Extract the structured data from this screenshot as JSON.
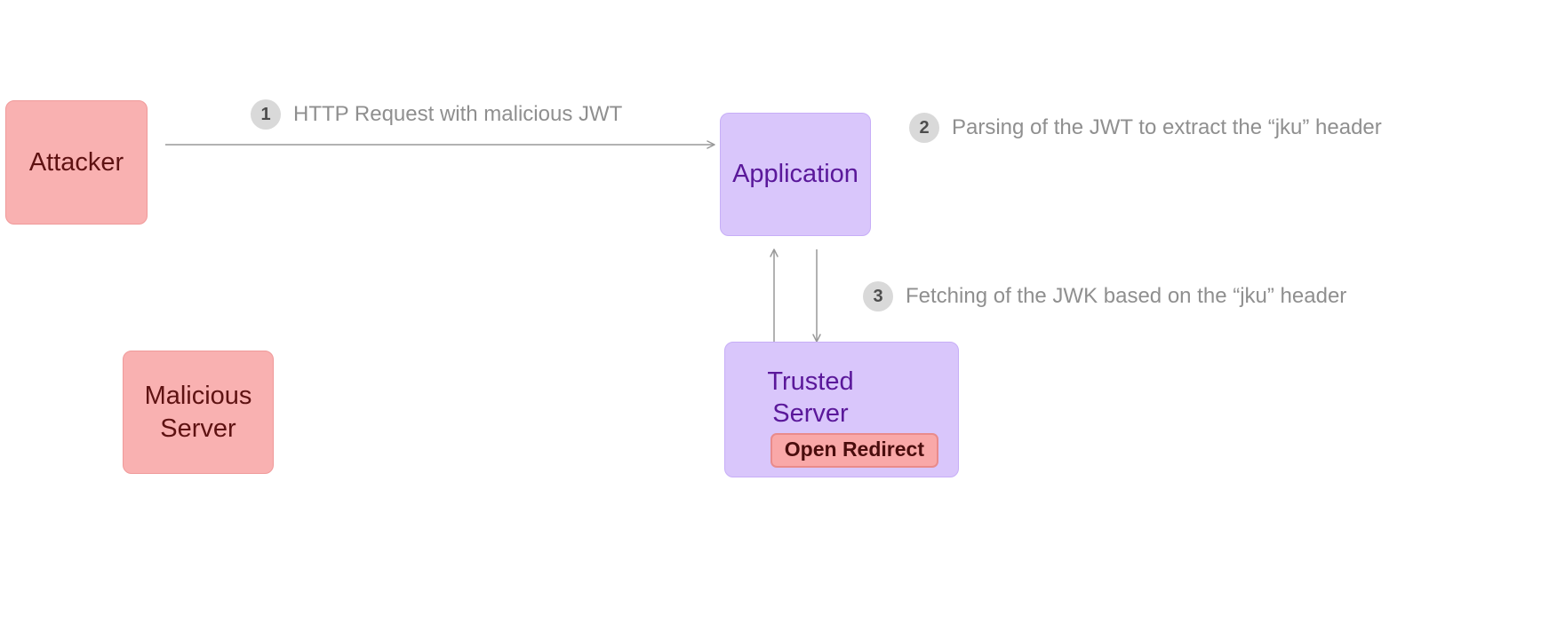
{
  "nodes": {
    "attacker": {
      "label": "Attacker"
    },
    "malicious_server": {
      "line1": "Malicious",
      "line2": "Server"
    },
    "application": {
      "label": "Application"
    },
    "trusted_server": {
      "line1": "Trusted",
      "line2": "Server",
      "badge": "Open Redirect"
    }
  },
  "steps": [
    {
      "num": "1",
      "label": "HTTP Request with malicious JWT"
    },
    {
      "num": "2",
      "label": "Parsing of the JWT to extract the “jku” header"
    },
    {
      "num": "3",
      "label": "Fetching of the JWK based on the “jku” header"
    }
  ],
  "colors": {
    "node_pink_fill": "#f9b1b1",
    "node_pink_border": "#f09a9a",
    "node_pink_text": "#5e1212",
    "node_purple_fill": "#d9c6fb",
    "node_purple_border": "#c7aef7",
    "node_purple_text": "#5a189a",
    "badge_fill": "#f9a8a8",
    "badge_border": "#e98b8b",
    "badge_text": "#4a0d0d",
    "step_circle_fill": "#d9d9d9",
    "step_circle_text": "#4d4d4d",
    "step_label_text": "#8f8f8f",
    "arrow": "#999999"
  }
}
